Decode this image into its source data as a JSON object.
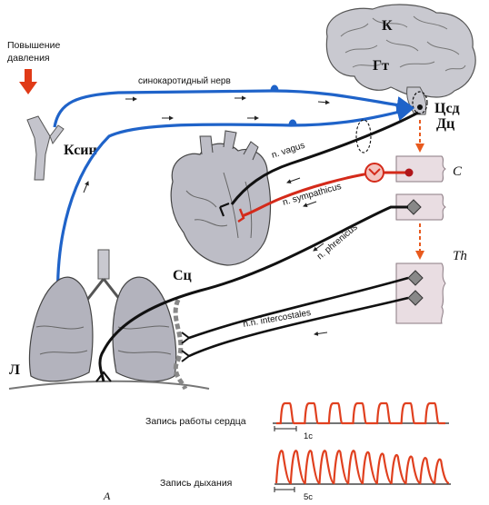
{
  "labels": {
    "pressure_increase": [
      "Повышение",
      "давления"
    ],
    "carotid_sinus": "Ксин",
    "cortex": "К",
    "hypothalamus": "Гт",
    "cardio_center": "Цсд",
    "resp_center": "Дц",
    "cervical": "C",
    "thoracic": "Th",
    "heart": "Сц",
    "lungs": "Л",
    "figure_letter": "А"
  },
  "nerves": {
    "sinocarotid": "синокаротидный нерв",
    "vagus": "n. vagus",
    "sympathicus": "n. sympathicus",
    "phrenicus": "n. phrenicus",
    "intercostales": "n.n. intercostales"
  },
  "recordings": {
    "heart": {
      "label": "Запись работы сердца",
      "scale": "1с",
      "beats": 7
    },
    "breath": {
      "label": "Запись дыхания",
      "scale": "5с",
      "breaths": 12
    }
  },
  "colors": {
    "afferent_blue": "#1f63c9",
    "efferent_red": "#d42a1a",
    "trace_red": "#e0401f",
    "arrow_orange": "#e85a1e",
    "tissue_gray": "#b9b9c4",
    "spinal_pink": "#e9dde2"
  }
}
